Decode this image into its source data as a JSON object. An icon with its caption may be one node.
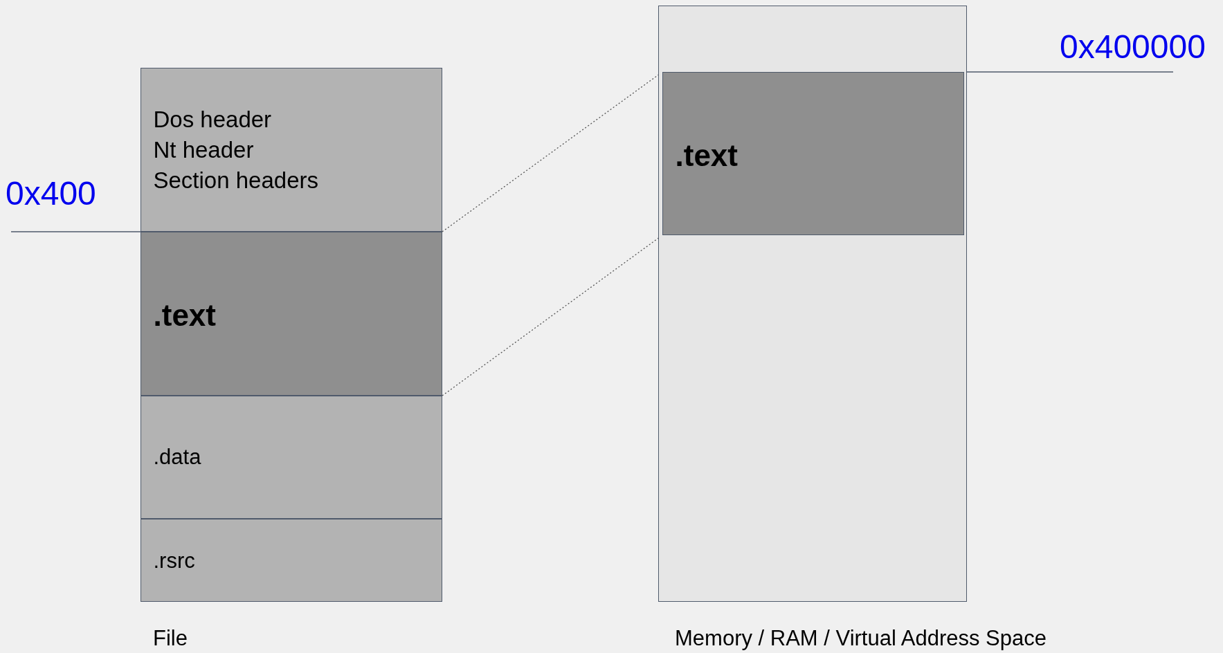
{
  "diagram": {
    "nodes": [
      {
        "text": [],
        "shape": "box",
        "beside": [
          "File"
        ]
      },
      {
        "text": [
          "Dos header",
          "Nt header",
          "Section headers"
        ],
        "in": 0
      },
      {
        "text": [
          ".text"
        ],
        "in": 0
      },
      {
        "text": [
          ".data"
        ],
        "in": 0
      },
      {
        "text": [
          ".rsrc"
        ],
        "in": 0
      },
      {
        "text": [],
        "shape": "box",
        "beside": [
          "Memory / RAM / Virtual Address Space"
        ]
      },
      {
        "text": [
          ".text"
        ],
        "in": 5
      }
    ],
    "edges": [
      {
        "from": 2,
        "to": 6,
        "arrow": "none",
        "style": "dashed"
      },
      {
        "from": 2,
        "to": 6,
        "arrow": "none",
        "style": "dashed"
      }
    ],
    "labels": [
      "0x400",
      "0x400000"
    ]
  }
}
